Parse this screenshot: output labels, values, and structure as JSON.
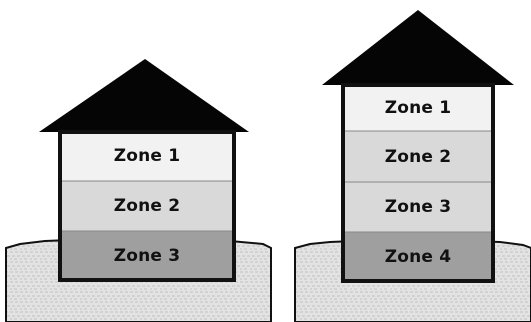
{
  "diagram": {
    "colors": {
      "roof": "#050505",
      "outline": "#111111",
      "ground_fill": "#e3e3e3",
      "ground_pattern": "#b7b7b7",
      "zone_white": "#f2f2f2",
      "zone_light_gray": "#d9d9d9",
      "zone_mid_gray": "#bfbfbf",
      "zone_dark_gray": "#9f9f9f"
    },
    "buildings": [
      {
        "name": "three-zone-building",
        "zones": [
          {
            "label": "Zone 1",
            "color_role": "zone_white"
          },
          {
            "label": "Zone 2",
            "color_role": "zone_light_gray"
          },
          {
            "label": "Zone 3",
            "color_role": "zone_dark_gray"
          }
        ]
      },
      {
        "name": "four-zone-building",
        "zones": [
          {
            "label": "Zone 1",
            "color_role": "zone_white"
          },
          {
            "label": "Zone 2",
            "color_role": "zone_light_gray"
          },
          {
            "label": "Zone 3",
            "color_role": "zone_light_gray"
          },
          {
            "label": "Zone 4",
            "color_role": "zone_dark_gray"
          }
        ]
      }
    ]
  }
}
